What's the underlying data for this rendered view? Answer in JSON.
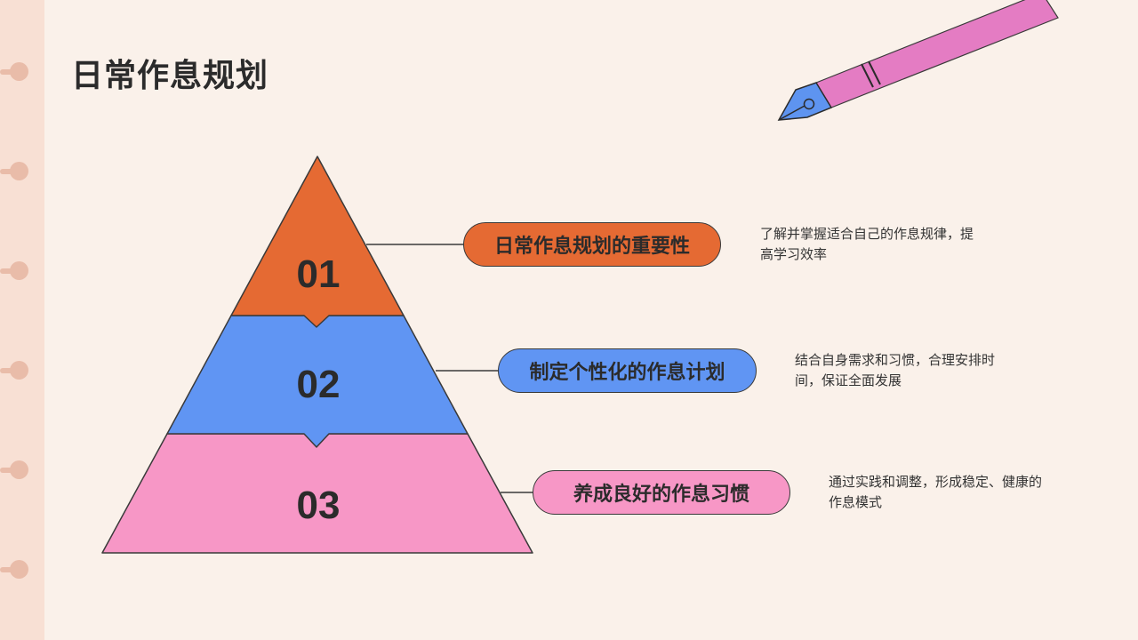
{
  "title": "日常作息规划",
  "colors": {
    "background": "#faf1ea",
    "strip": "#f8e0d4",
    "orange": "#e56a33",
    "blue": "#6095f3",
    "pink": "#f797c6",
    "pen_body": "#e47cc3",
    "pen_nib": "#5e94f0"
  },
  "levels": [
    {
      "number": "01",
      "label": "日常作息规划的重要性",
      "description": "了解并掌握适合自己的作息规律，提高学习效率"
    },
    {
      "number": "02",
      "label": "制定个性化的作息计划",
      "description": "结合自身需求和习惯，合理安排时间，保证全面发展"
    },
    {
      "number": "03",
      "label": "养成良好的作息习惯",
      "description": "通过实践和调整，形成稳定、健康的作息模式"
    }
  ]
}
